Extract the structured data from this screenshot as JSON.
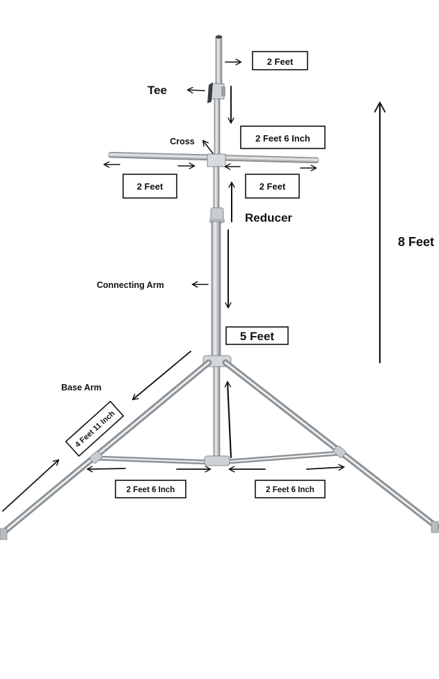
{
  "labels": {
    "top_length": "2 Feet",
    "tee": "Tee",
    "upper_pole_length": "2 Feet 6 Inch",
    "cross": "Cross",
    "left_arm_length": "2 Feet",
    "right_arm_length": "2 Feet",
    "reducer": "Reducer",
    "total_height": "8 Feet",
    "connecting_arm": "Connecting Arm",
    "lower_pole_length": "5 Feet",
    "base_arm": "Base Arm",
    "base_arm_length": "4 Feet 11 Inch",
    "left_brace_length": "2 Feet 6 Inch",
    "right_brace_length": "2 Feet 6 Inch"
  },
  "colors": {
    "text": "#111111",
    "steel_light": "#e4e6e8",
    "steel_mid": "#b9bdc1",
    "steel_dark": "#8d9296",
    "fitting": "#cfd3d6"
  }
}
